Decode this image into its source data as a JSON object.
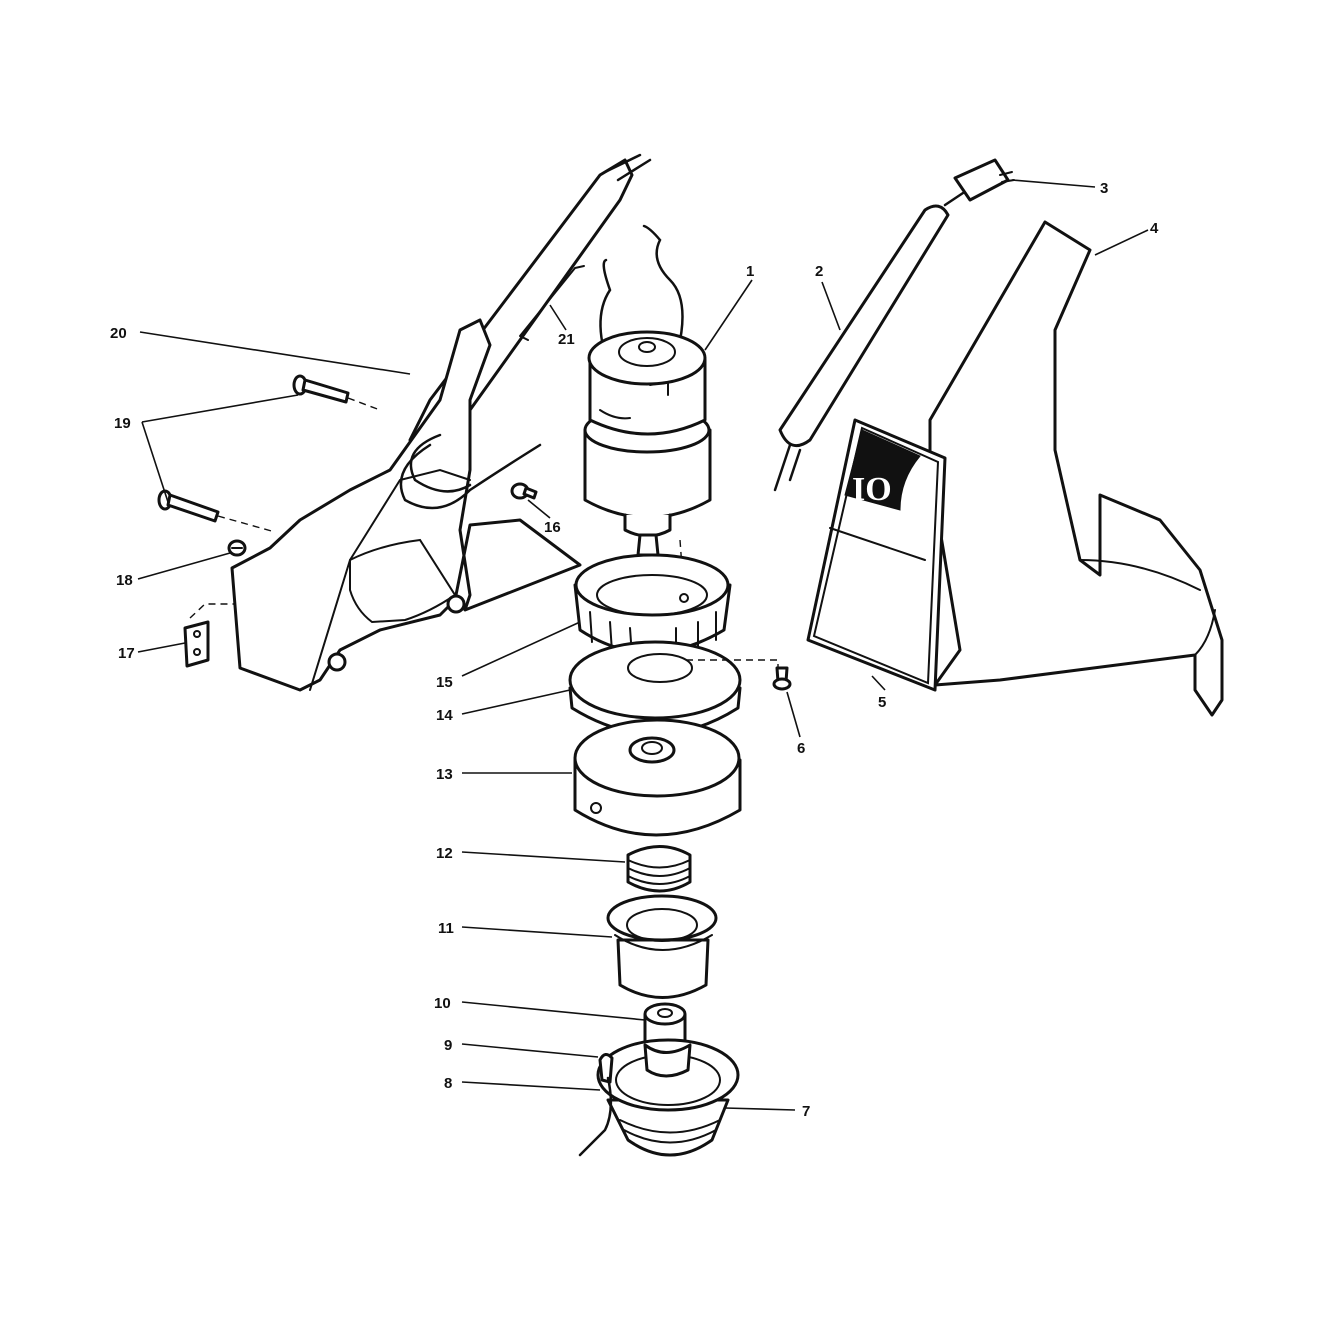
{
  "decal": {
    "text": "IO"
  },
  "callouts": [
    {
      "number": "1"
    },
    {
      "number": "2"
    },
    {
      "number": "3"
    },
    {
      "number": "4"
    },
    {
      "number": "5"
    },
    {
      "number": "6"
    },
    {
      "number": "7"
    },
    {
      "number": "8"
    },
    {
      "number": "9"
    },
    {
      "number": "10"
    },
    {
      "number": "11"
    },
    {
      "number": "12"
    },
    {
      "number": "13"
    },
    {
      "number": "14"
    },
    {
      "number": "15"
    },
    {
      "number": "16"
    },
    {
      "number": "17"
    },
    {
      "number": "18"
    },
    {
      "number": "19"
    },
    {
      "number": "20"
    },
    {
      "number": "21"
    }
  ],
  "colors": {
    "ink": "#111111",
    "paper": "#ffffff"
  }
}
